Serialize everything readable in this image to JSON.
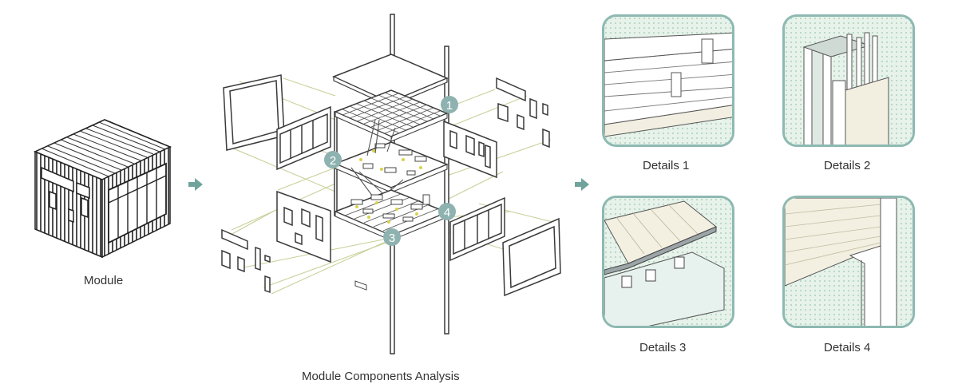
{
  "labels": {
    "module": "Module",
    "analysis": "Module Components Analysis",
    "details": [
      "Details 1",
      "Details 2",
      "Details 3",
      "Details 4"
    ]
  },
  "markers": [
    "1",
    "2",
    "3",
    "4"
  ],
  "colors": {
    "accent": "#6fa39c",
    "card_border": "#8db9b1",
    "hatch_fill": "#dfeee4",
    "guide_line": "#c6cf96",
    "line": "#3a3a3a"
  },
  "icons": [
    "arrow-right-icon",
    "arrow-right-icon"
  ]
}
